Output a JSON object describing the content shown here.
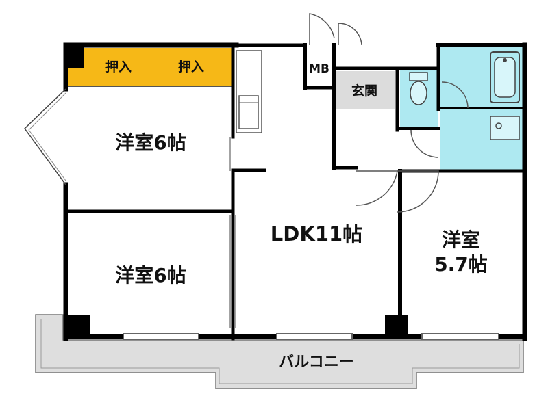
{
  "floorplan": {
    "rooms": {
      "western_room_top": "洋室6帖",
      "western_room_bottom": "洋室6帖",
      "ldk": "LDK11帖",
      "western_room_right_line1": "洋室",
      "western_room_right_line2": "5.7帖",
      "balcony": "バルコニー",
      "entrance": "玄関",
      "closet_1": "押入",
      "closet_2": "押入",
      "meter_box": "MB"
    },
    "colors": {
      "closet_fill": "#f6b817",
      "entrance_fill": "#dcdcdc",
      "balcony_fill": "#dedede",
      "wet_area_fill": "#aee9f1",
      "wall": "#000000"
    }
  }
}
